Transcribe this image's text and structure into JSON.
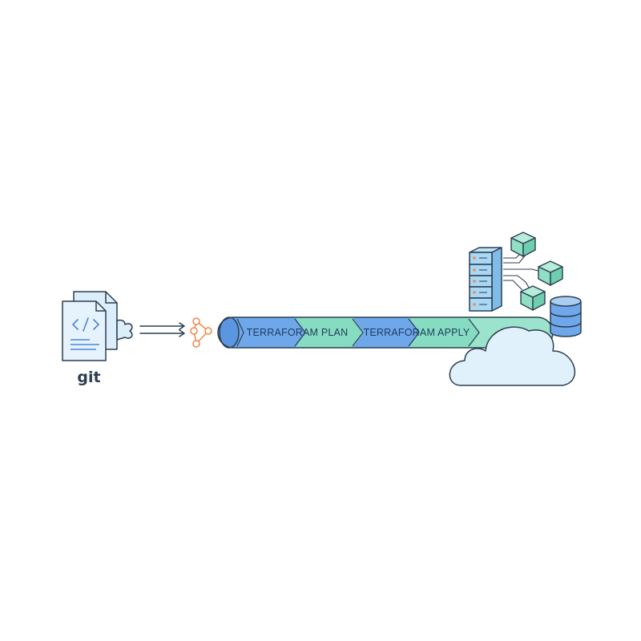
{
  "source": {
    "label": "git",
    "icon": "code-file-icon"
  },
  "pipeline": {
    "stages": [
      {
        "label": "TERRAFORAM PLAN"
      },
      {
        "label": "TERRAFORAM APPLY"
      }
    ]
  },
  "icons": {
    "flow": "double-arrow-icon",
    "trigger": "branch-nodes-icon",
    "servers": "server-rack-icon",
    "modules": "cube-icon",
    "database": "database-icon",
    "cloud": "cloud-icon"
  },
  "colors": {
    "outline": "#2c3e50",
    "blue": "#6fa8ea",
    "green": "#86dcc0",
    "light_blue": "#dceefa",
    "cloud_fill": "#e1f1fb",
    "orange": "#f0884a",
    "accent_text": "#1f3a5f"
  }
}
